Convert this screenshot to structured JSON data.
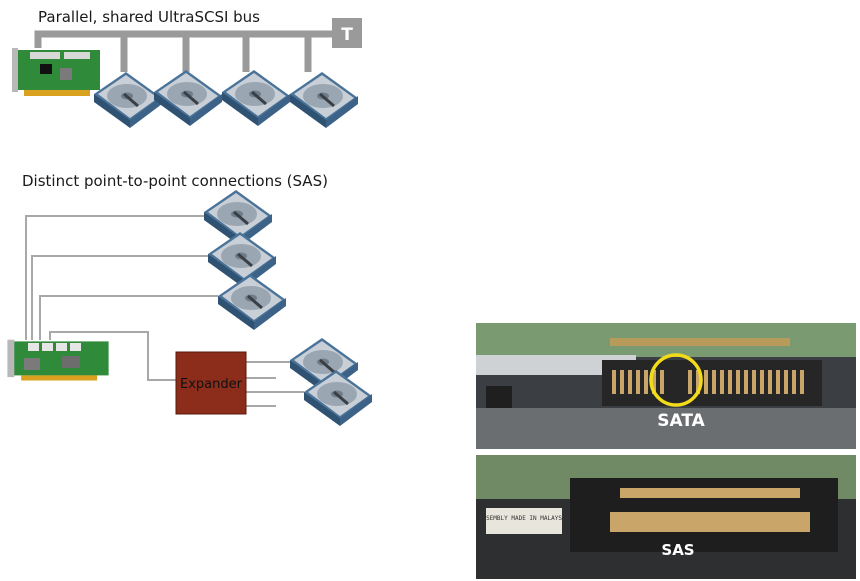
{
  "top_title": "Parallel, shared UltraSCSI bus",
  "terminator_label": "T",
  "bottom_title": "Distinct point-to-point connections (SAS)",
  "expander_label": "Expander",
  "photo": {
    "sata_label": "SATA",
    "sas_label": "SAS",
    "sticker_text": "ASSEMBLY MADE IN MALAYSIA"
  },
  "colors": {
    "bus_gray": "#9a9a9a",
    "wire_gray": "#a8a8a8",
    "expander_fill": "#8b2d1a",
    "sata_ring": "#f2dc1a",
    "pcb_green": "#2f8a3a",
    "drive_blue": "#5b86ad"
  }
}
